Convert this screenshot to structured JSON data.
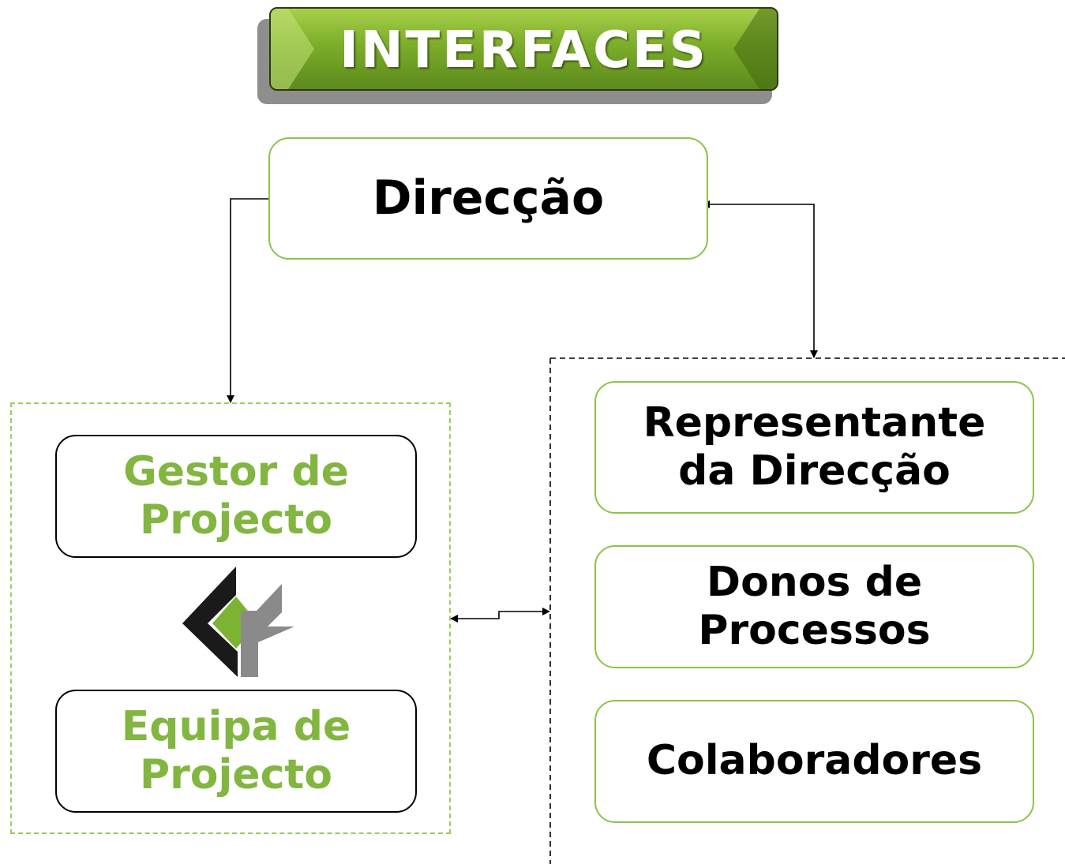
{
  "title": "INTERFACES",
  "nodes": {
    "direccao": "Direcção",
    "representante": [
      "Representante",
      "da Direcção"
    ],
    "donos": [
      "Donos de",
      "Processos"
    ],
    "colaboradores": "Colaboradores",
    "gestor": [
      "Gestor de",
      "Projecto"
    ],
    "equipa": [
      "Equipa de",
      "Projecto"
    ]
  },
  "colors": {
    "accent_green": "#82b640",
    "box_border_green": "#8cc34a",
    "banner_green": "#7cad2a",
    "logo_dark": "#1a1a1a",
    "logo_grey": "#8a8a8a"
  },
  "icons": {
    "logo": "company-logo-icon"
  }
}
